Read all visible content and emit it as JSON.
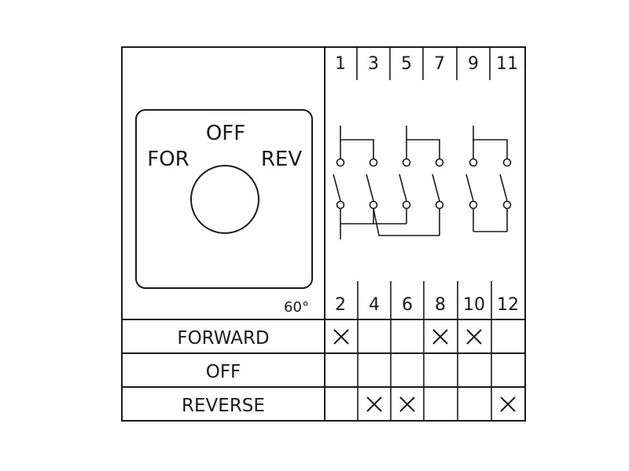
{
  "selector": {
    "positions": [
      "FOR",
      "OFF",
      "REV"
    ],
    "angle_label": "60°"
  },
  "terminals": {
    "top": [
      "1",
      "3",
      "5",
      "7",
      "9",
      "11"
    ],
    "bottom": [
      "2",
      "4",
      "6",
      "8",
      "10",
      "12"
    ]
  },
  "table": {
    "rows": [
      {
        "label": "FORWARD",
        "marks": [
          true,
          false,
          false,
          true,
          true,
          false
        ]
      },
      {
        "label": "OFF",
        "marks": [
          false,
          false,
          false,
          false,
          false,
          false
        ]
      },
      {
        "label": "REVERSE",
        "marks": [
          false,
          true,
          true,
          false,
          false,
          true
        ]
      }
    ]
  }
}
